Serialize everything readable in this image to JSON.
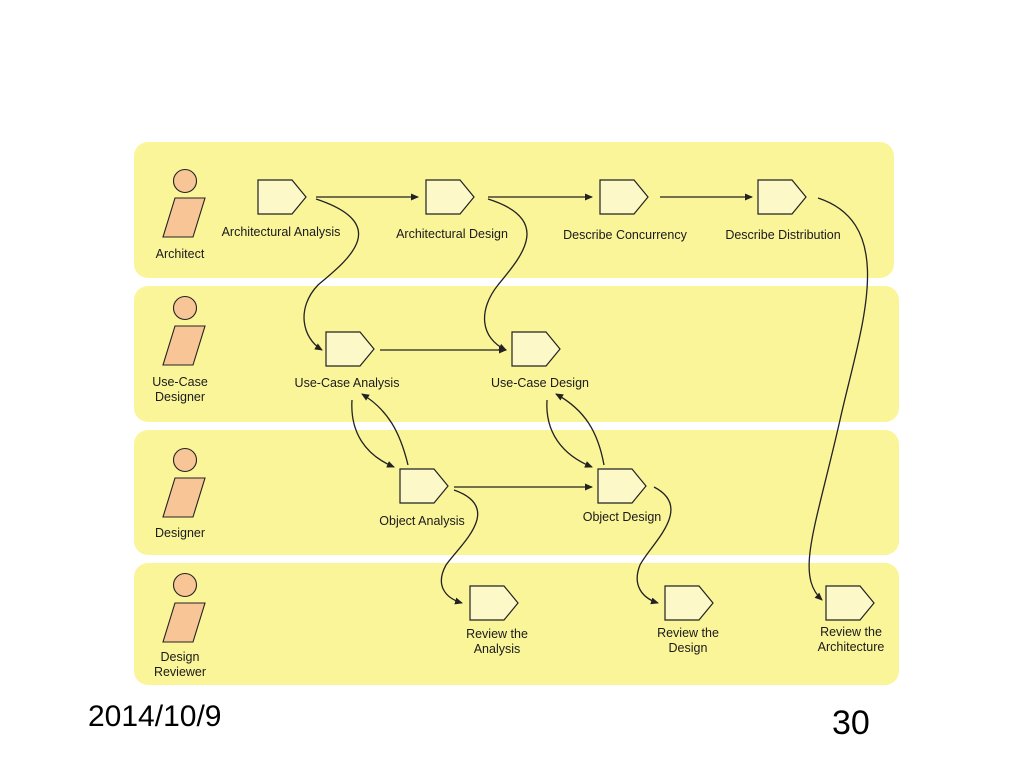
{
  "colors": {
    "lane": "#fbf59a",
    "activity": "#fcf8c8",
    "actor": "#f8c596",
    "stroke": "#222222"
  },
  "lanes": [
    {
      "role": [
        "Architect"
      ]
    },
    {
      "role": [
        "Use-Case",
        "Designer"
      ]
    },
    {
      "role": [
        "Designer"
      ]
    },
    {
      "role": [
        "Design",
        "Reviewer"
      ]
    }
  ],
  "activities": [
    {
      "id": "aa",
      "label": [
        "Architectural Analysis"
      ]
    },
    {
      "id": "ad",
      "label": [
        "Architectural Design"
      ]
    },
    {
      "id": "dc",
      "label": [
        "Describe Concurrency"
      ]
    },
    {
      "id": "dd",
      "label": [
        "Describe Distribution"
      ]
    },
    {
      "id": "uca",
      "label": [
        "Use-Case Analysis"
      ]
    },
    {
      "id": "ucd",
      "label": [
        "Use-Case Design"
      ]
    },
    {
      "id": "oa",
      "label": [
        "Object Analysis"
      ]
    },
    {
      "id": "od",
      "label": [
        "Object Design"
      ]
    },
    {
      "id": "rta",
      "label": [
        "Review the",
        "Analysis"
      ]
    },
    {
      "id": "rtd",
      "label": [
        "Review the",
        "Design"
      ]
    },
    {
      "id": "rtar",
      "label": [
        "Review the",
        "Architecture"
      ]
    }
  ],
  "footer": {
    "date": "2014/10/9",
    "page": "30"
  }
}
